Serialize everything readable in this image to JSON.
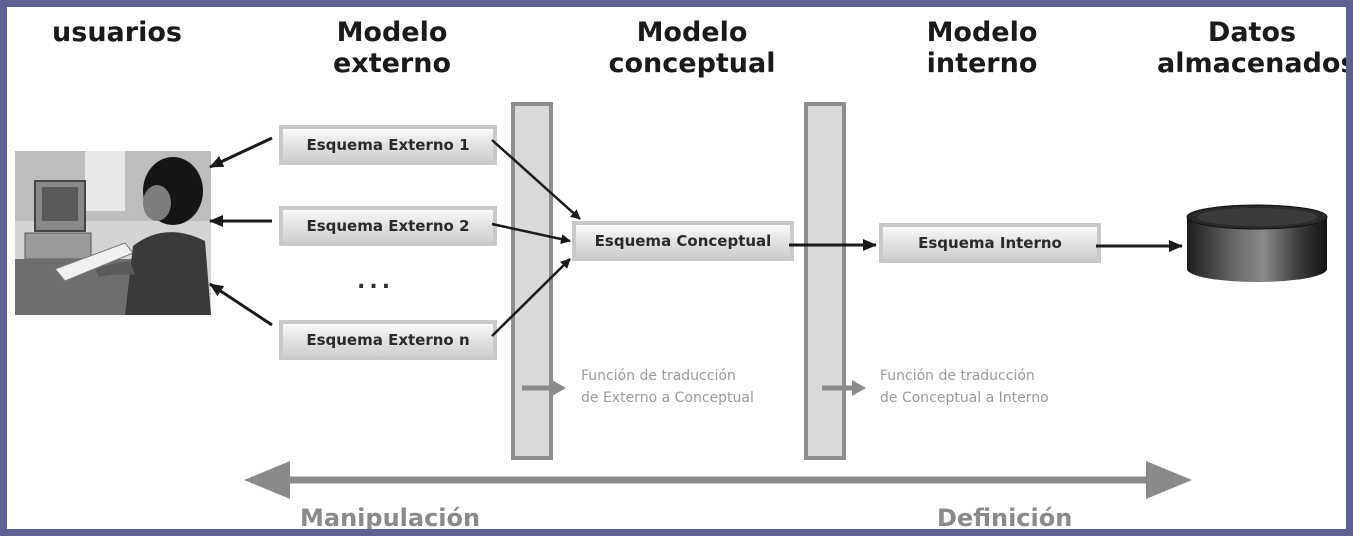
{
  "headers": {
    "usuarios": "usuarios",
    "externo": [
      "Modelo",
      "externo"
    ],
    "conceptual": [
      "Modelo",
      "conceptual"
    ],
    "interno": [
      "Modelo",
      "interno"
    ],
    "datos": [
      "Datos",
      "almacenados"
    ]
  },
  "boxes": {
    "externo_1": "Esquema Externo 1",
    "externo_2": "Esquema Externo 2",
    "externo_n": "Esquema Externo n",
    "conceptual": "Esquema Conceptual",
    "interno": "Esquema Interno"
  },
  "ellipsis": "...",
  "notes": {
    "ext_conc": [
      "Función de traducción",
      "de Externo a Conceptual"
    ],
    "conc_int": [
      "Función de traducción",
      "de Conceptual a Interno"
    ]
  },
  "bottom": {
    "manipulacion": "Manipulación",
    "definicion": "Definición"
  },
  "icons": {
    "photo": "user-at-computer-photo",
    "storage": "database-cylinder-icon"
  },
  "colors": {
    "frame": "#5d6291",
    "arrow": "#1a1a1a",
    "translation_arrow": "#8a8a8a"
  }
}
